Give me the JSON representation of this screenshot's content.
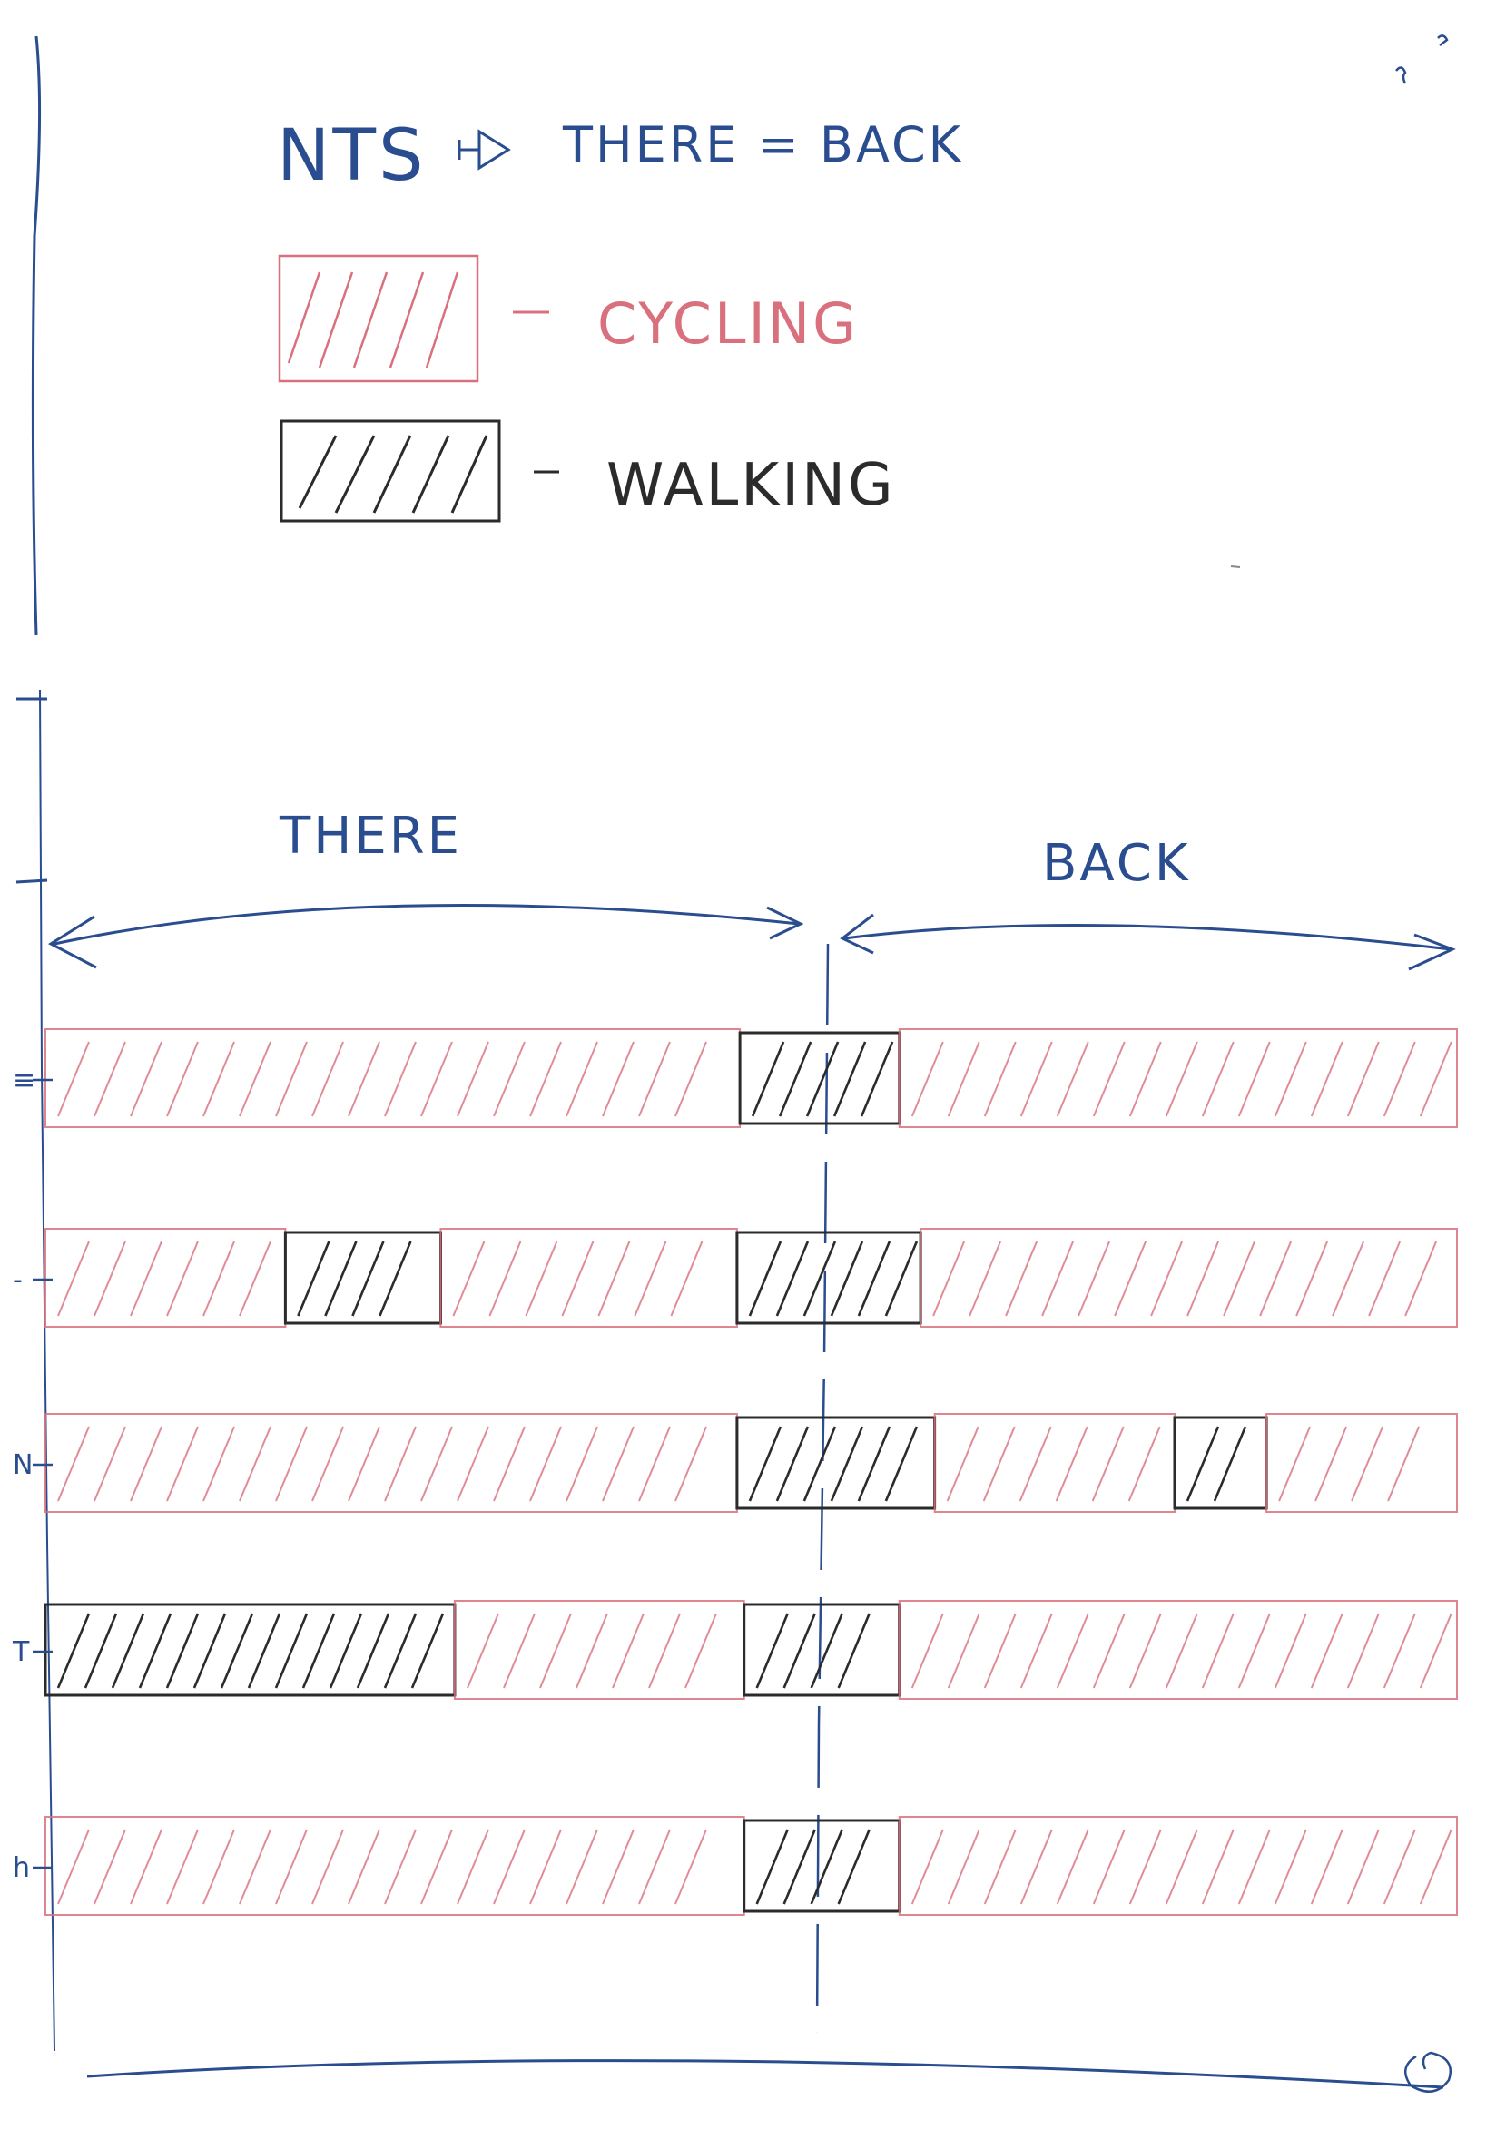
{
  "header": {
    "nts": "NTS",
    "there_eq_back": "THERE = BACK"
  },
  "legend": {
    "cycling_label": "CYCLING",
    "walking_label": "WALKING"
  },
  "direction": {
    "there_label": "THERE",
    "back_label": "BACK"
  },
  "diagram_data": {
    "mode_colors": {
      "cycling": "#d9707d",
      "walking": "#2b2b2b"
    },
    "ink_color": "#2a4d8f",
    "row_markers": [
      "≡",
      "-",
      "N",
      "T",
      "h"
    ],
    "rows": [
      {
        "segments": [
          {
            "mode": "cycling",
            "from": 0,
            "to": 0.492
          },
          {
            "mode": "walking",
            "from": 0.492,
            "to": 0.605
          },
          {
            "mode": "cycling",
            "from": 0.605,
            "to": 1
          }
        ]
      },
      {
        "segments": [
          {
            "mode": "cycling",
            "from": 0,
            "to": 0.17
          },
          {
            "mode": "walking",
            "from": 0.17,
            "to": 0.28
          },
          {
            "mode": "cycling",
            "from": 0.28,
            "to": 0.49
          },
          {
            "mode": "walking",
            "from": 0.49,
            "to": 0.62
          },
          {
            "mode": "cycling",
            "from": 0.62,
            "to": 1
          }
        ]
      },
      {
        "segments": [
          {
            "mode": "cycling",
            "from": 0,
            "to": 0.49
          },
          {
            "mode": "walking",
            "from": 0.49,
            "to": 0.63
          },
          {
            "mode": "cycling",
            "from": 0.63,
            "to": 0.8
          },
          {
            "mode": "walking",
            "from": 0.8,
            "to": 0.865
          },
          {
            "mode": "cycling",
            "from": 0.865,
            "to": 1
          }
        ]
      },
      {
        "segments": [
          {
            "mode": "walking",
            "from": 0,
            "to": 0.29
          },
          {
            "mode": "cycling",
            "from": 0.29,
            "to": 0.495
          },
          {
            "mode": "walking",
            "from": 0.495,
            "to": 0.605
          },
          {
            "mode": "cycling",
            "from": 0.605,
            "to": 1
          }
        ]
      },
      {
        "segments": [
          {
            "mode": "cycling",
            "from": 0,
            "to": 0.495
          },
          {
            "mode": "walking",
            "from": 0.495,
            "to": 0.605
          },
          {
            "mode": "cycling",
            "from": 0.605,
            "to": 1
          }
        ]
      }
    ]
  }
}
